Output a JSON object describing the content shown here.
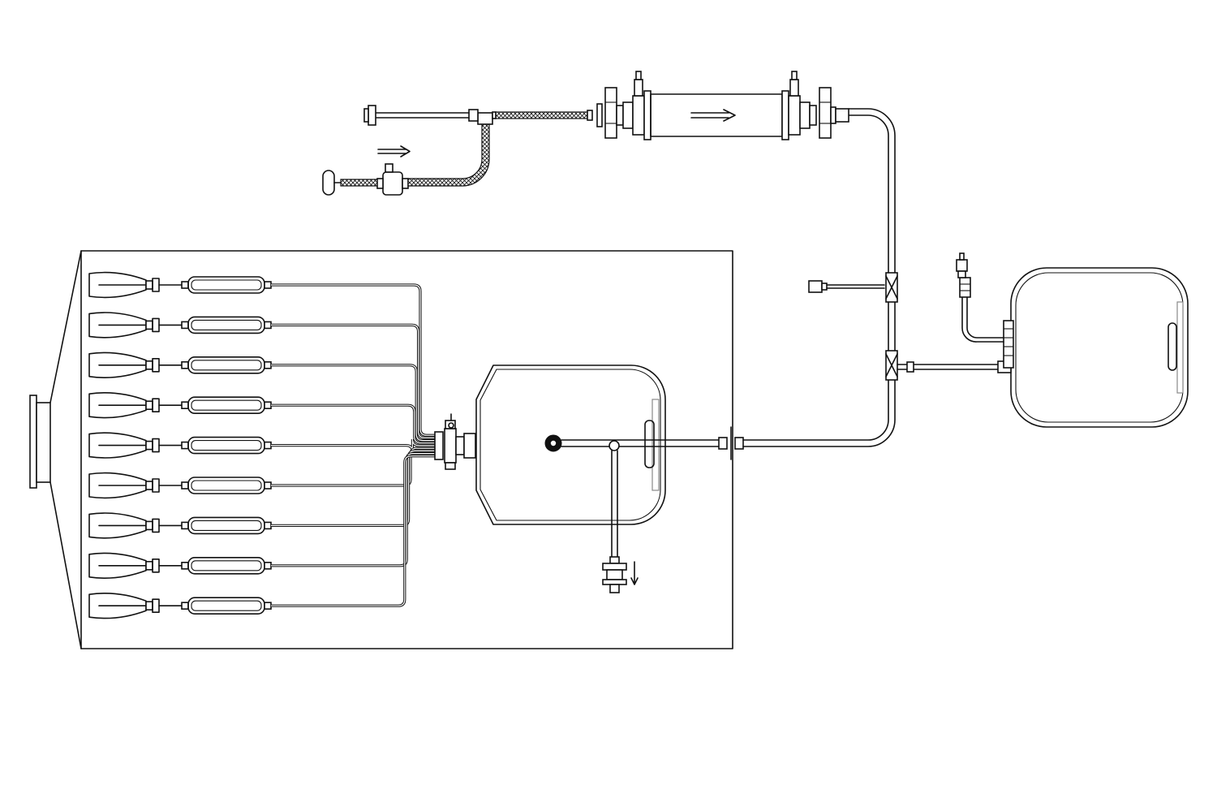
{
  "colors": {
    "line": "#111111",
    "background": "#ffffff",
    "panel": "#888888"
  },
  "diagram": {
    "bottle_row_count": 9,
    "components": [
      "cabinet-enclosure",
      "inlet-hood",
      "bottle-row",
      "inline-filter",
      "manifold-tubing",
      "manifold-block",
      "collection-bag",
      "drain-filter",
      "flow-arrow",
      "inlet-connector",
      "inline-capsule-filter",
      "braided-hose",
      "sterilizing-filter-housing",
      "tri-clamp-valve",
      "transfer-line",
      "sample-port",
      "receiving-bag",
      "vent-valve"
    ]
  }
}
